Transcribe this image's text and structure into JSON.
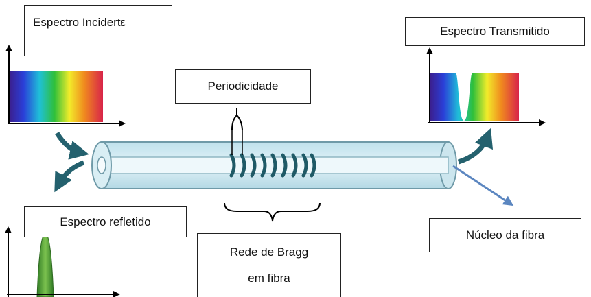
{
  "labels": {
    "incident": "Espectro Incidertε",
    "transmitted": "Espectro Transmitido",
    "periodicity": "Periodicidade",
    "reflected": "Espectro refletido",
    "grating_line1": "Rede de Bragg",
    "grating_line2": "em fibra",
    "core": "Núcleo da fibra"
  },
  "colors": {
    "fiber_outer": "#cfe9f1",
    "fiber_stroke": "#6f9aa8",
    "fiber_core": "#eef8fb",
    "grating": "#1f5a66",
    "arrow_teal": "#24616e",
    "arrow_blue": "#5b86c0",
    "reflected_peak": "#4e9b3b"
  }
}
